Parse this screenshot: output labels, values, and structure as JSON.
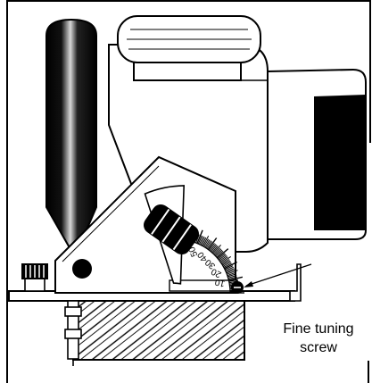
{
  "scale": {
    "ticks": [
      {
        "angle": 10,
        "text": "10"
      },
      {
        "angle": 20,
        "text": "20"
      },
      {
        "angle": 30,
        "text": "30"
      },
      {
        "angle": 40,
        "text": "40"
      },
      {
        "angle": 50,
        "text": "50"
      }
    ]
  },
  "callout": {
    "line1": "Fine tuning",
    "line2": "screw"
  },
  "colors": {
    "ink": "#000000",
    "paper": "#ffffff",
    "wood": "#bdbdbd"
  }
}
